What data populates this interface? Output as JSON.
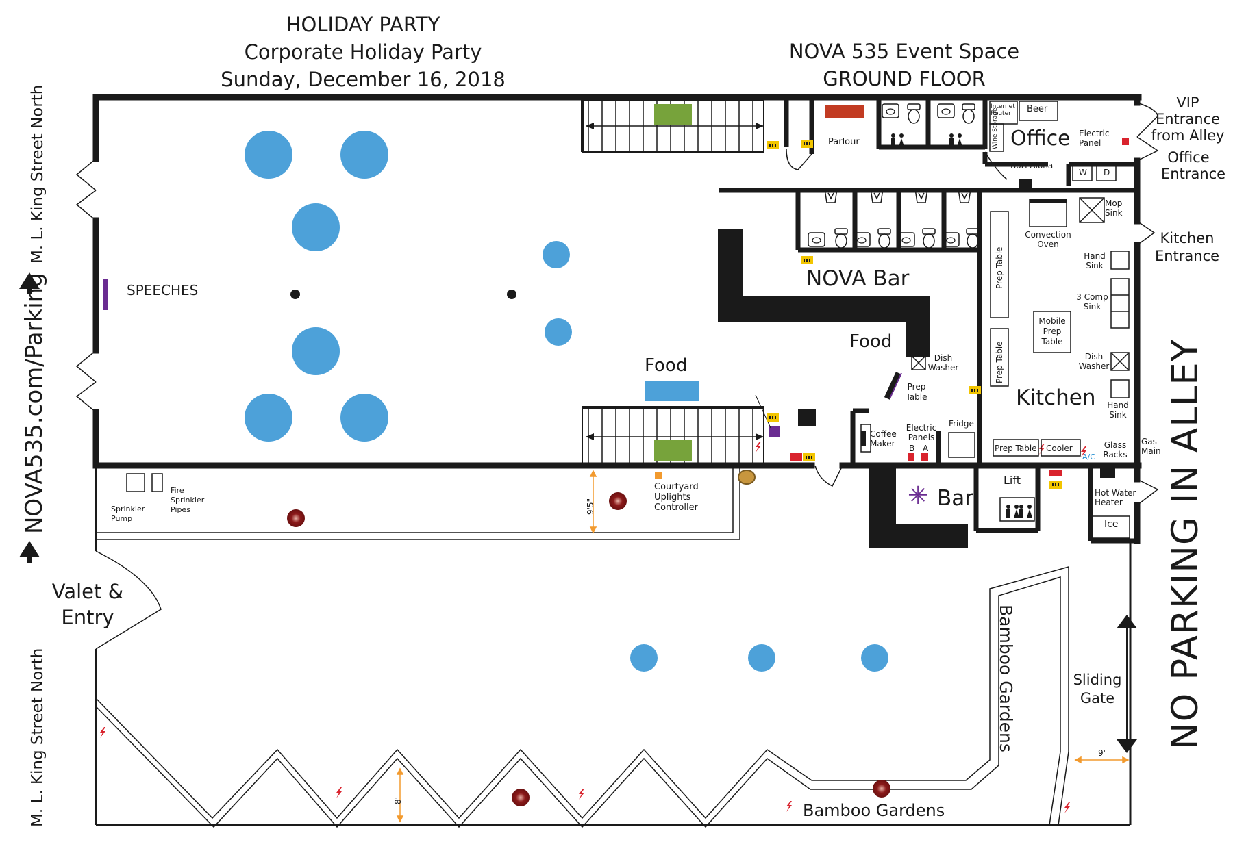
{
  "header": {
    "left": [
      "HOLIDAY PARTY",
      "Corporate Holiday Party",
      "Sunday, December 16, 2018"
    ],
    "right": [
      "NOVA 535 Event Space",
      "GROUND FLOOR"
    ]
  },
  "streets": {
    "top": "M. L. King Street North",
    "bottom": "M. L. King Street North",
    "parking": "NOVA535.com/Parking"
  },
  "alley": "NO PARKING IN ALLEY",
  "labels": {
    "speeches": "SPEECHES",
    "food_main": "Food",
    "food_bar": "Food",
    "nova_bar": "NOVA Bar",
    "kitchen": "Kitchen",
    "bar": "Bar",
    "office": "Office",
    "parlour": "Parlour",
    "beer": "Beer",
    "internet_router": "Internet Router",
    "wine_storage": "Wine Storage",
    "electric_panel": "Electric Panel",
    "boh_aloha": "BoH Aloha",
    "w": "W",
    "d": "D",
    "vip_entrance": "VIP Entrance from Alley",
    "office_entrance": "Office Entrance",
    "kitchen_entrance": "Kitchen Entrance",
    "mop_sink": "Mop Sink",
    "convection_oven": "Convection Oven",
    "hand_sink_1": "Hand Sink",
    "three_comp_sink": "3 Comp Sink",
    "mobile_prep_table": "Mobile Prep Table",
    "dish_washer_1": "Dish Washer",
    "dish_washer_2": "Dish Washer",
    "hand_sink_2": "Hand Sink",
    "prep_table_vertical_1": "Prep Table",
    "prep_table_vertical_2": "Prep Table",
    "prep_table": "Prep Table",
    "prep_table_bottom": "Prep Table",
    "cooler": "Cooler",
    "glass_racks": "Glass Racks",
    "gas_main": "Gas Main",
    "coffee_maker": "Coffee Maker",
    "electric_panels": "Electric Panels",
    "panel_b": "B",
    "panel_a": "A",
    "fridge": "Fridge",
    "lift": "Lift",
    "ac": "A/C",
    "hot_water_heater": "Hot Water Heater",
    "ice": "Ice",
    "sprinkler_pump": "Sprinkler Pump",
    "fire_sprinkler_pipes": "Fire Sprinkler Pipes",
    "courtyard_controller": "Courtyard Uplights Controller",
    "dim_95": "9'5\"",
    "dim_8": "8'",
    "dim_9": "9'",
    "valet_entry": "Valet & Entry",
    "sliding_gate": "Sliding Gate",
    "bamboo_vertical": "Bamboo Gardens",
    "bamboo_bottom": "Bamboo Gardens"
  },
  "colors": {
    "wall": "#1a1a1a",
    "table": "#4da1d9",
    "stage": "#6a2c91",
    "bench": "#77a33b",
    "sofa": "#c23b22",
    "power": "#d9232d",
    "outlet": "#f2c500",
    "uplight": "#8b1a1a",
    "orange": "#f29a2e"
  }
}
